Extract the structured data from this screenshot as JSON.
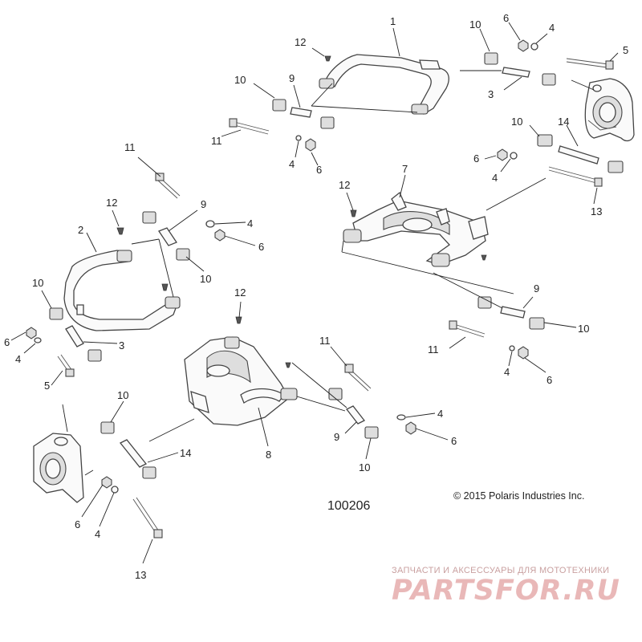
{
  "figure_number": "100206",
  "copyright": "© 2015 Polaris Industries Inc.",
  "watermark": {
    "tagline": "ЗАПЧАСТИ И АКСЕССУАРЫ ДЛЯ МОТОТЕХНИКИ",
    "logo": "PARTSFOR.RU"
  },
  "callouts": [
    {
      "id": "c1",
      "label": "1"
    },
    {
      "id": "c2",
      "label": "2"
    },
    {
      "id": "c3a",
      "label": "3"
    },
    {
      "id": "c3b",
      "label": "3"
    },
    {
      "id": "c4a",
      "label": "4"
    },
    {
      "id": "c4b",
      "label": "4"
    },
    {
      "id": "c4c",
      "label": "4"
    },
    {
      "id": "c4d",
      "label": "4"
    },
    {
      "id": "c4e",
      "label": "4"
    },
    {
      "id": "c4f",
      "label": "4"
    },
    {
      "id": "c4g",
      "label": "4"
    },
    {
      "id": "c4h",
      "label": "4"
    },
    {
      "id": "c5a",
      "label": "5"
    },
    {
      "id": "c5b",
      "label": "5"
    },
    {
      "id": "c6a",
      "label": "6"
    },
    {
      "id": "c6b",
      "label": "6"
    },
    {
      "id": "c6c",
      "label": "6"
    },
    {
      "id": "c6d",
      "label": "6"
    },
    {
      "id": "c6e",
      "label": "6"
    },
    {
      "id": "c6f",
      "label": "6"
    },
    {
      "id": "c6g",
      "label": "6"
    },
    {
      "id": "c6h",
      "label": "6"
    },
    {
      "id": "c7",
      "label": "7"
    },
    {
      "id": "c8",
      "label": "8"
    },
    {
      "id": "c9a",
      "label": "9"
    },
    {
      "id": "c9b",
      "label": "9"
    },
    {
      "id": "c9c",
      "label": "9"
    },
    {
      "id": "c9d",
      "label": "9"
    },
    {
      "id": "c10a",
      "label": "10"
    },
    {
      "id": "c10b",
      "label": "10"
    },
    {
      "id": "c10c",
      "label": "10"
    },
    {
      "id": "c10d",
      "label": "10"
    },
    {
      "id": "c10e",
      "label": "10"
    },
    {
      "id": "c10f",
      "label": "10"
    },
    {
      "id": "c10g",
      "label": "10"
    },
    {
      "id": "c10h",
      "label": "10"
    },
    {
      "id": "c11a",
      "label": "11"
    },
    {
      "id": "c11b",
      "label": "11"
    },
    {
      "id": "c11c",
      "label": "11"
    },
    {
      "id": "c11d",
      "label": "11"
    },
    {
      "id": "c12a",
      "label": "12"
    },
    {
      "id": "c12b",
      "label": "12"
    },
    {
      "id": "c12c",
      "label": "12"
    },
    {
      "id": "c12d",
      "label": "12"
    },
    {
      "id": "c13a",
      "label": "13"
    },
    {
      "id": "c13b",
      "label": "13"
    },
    {
      "id": "c14a",
      "label": "14"
    },
    {
      "id": "c14b",
      "label": "14"
    }
  ]
}
